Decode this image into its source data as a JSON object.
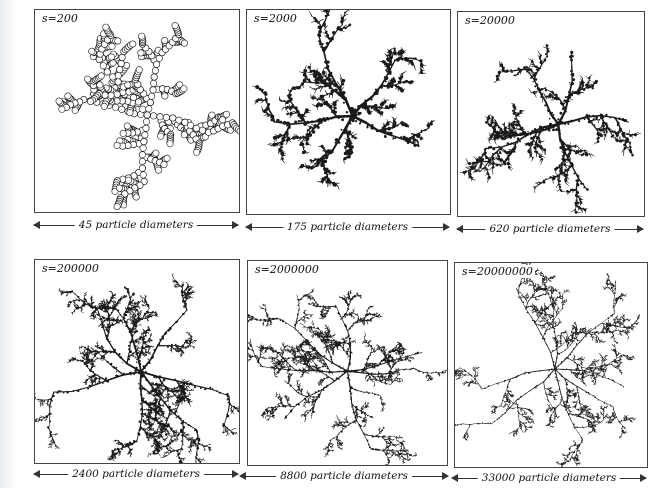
{
  "panels": [
    {
      "s_label": "s=200",
      "scale_label": "45 particle diameters",
      "style": "open",
      "arms": 5,
      "depth": 2
    },
    {
      "s_label": "s=2000",
      "scale_label": "175 particle diameters",
      "style": "solid",
      "arms": 5,
      "depth": 3
    },
    {
      "s_label": "s=20000",
      "scale_label": "620 particle diameters",
      "style": "solid",
      "arms": 6,
      "depth": 3
    },
    {
      "s_label": "s=200000",
      "scale_label": "2400 particle diameters",
      "style": "solid",
      "arms": 7,
      "depth": 4
    },
    {
      "s_label": "s=2000000",
      "scale_label": "8800 particle diameters",
      "style": "fine",
      "arms": 7,
      "depth": 4
    },
    {
      "s_label": "s=20000000",
      "scale_label": "33000 particle diameters",
      "style": "finer",
      "arms": 8,
      "depth": 4
    }
  ],
  "colors": {
    "ink": "#1a1a1a",
    "border": "#444444",
    "background": "#ffffff"
  }
}
